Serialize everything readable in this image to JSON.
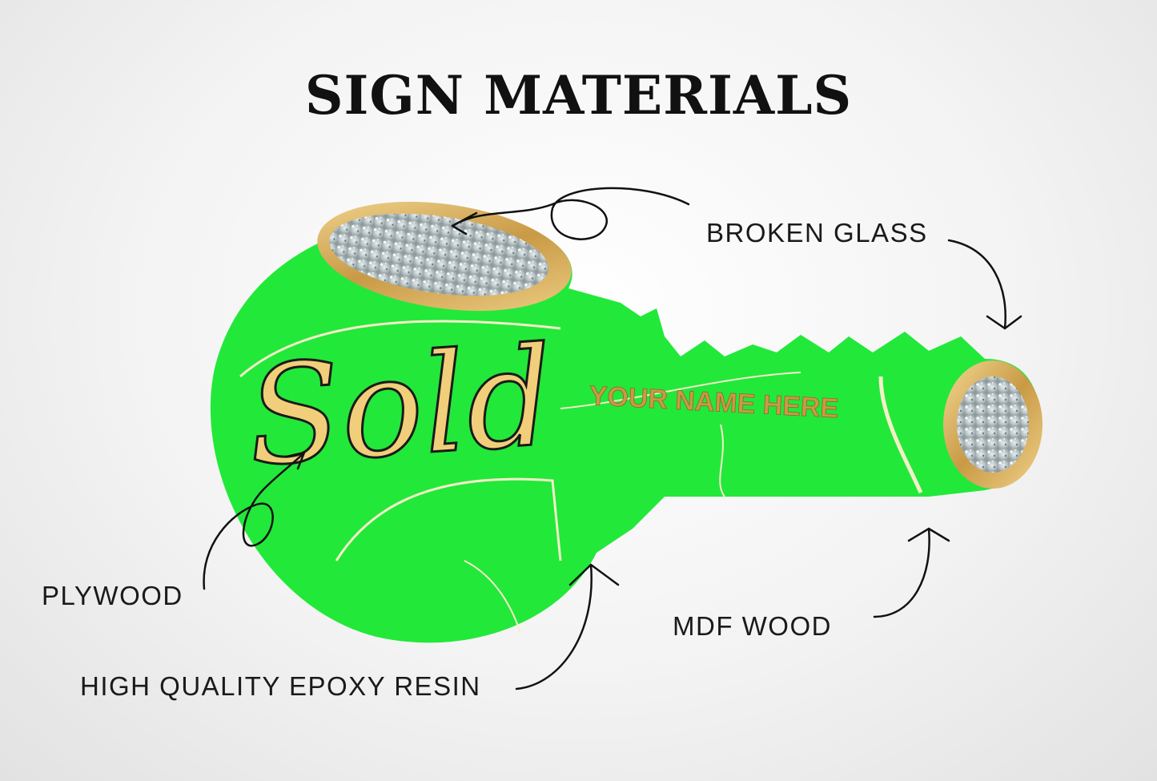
{
  "title": "SIGN MATERIALS",
  "sign": {
    "script_text": "Sold",
    "name_text": "YOUR NAME HERE",
    "colors": {
      "resin": "#22e83a",
      "gold": "#d9b25a",
      "vein": "#f4f0c8"
    }
  },
  "labels": {
    "broken_glass": "BROKEN GLASS",
    "plywood": "PLYWOOD",
    "mdf_wood": "MDF WOOD",
    "epoxy_resin": "HIGH QUALITY EPOXY RESIN"
  }
}
